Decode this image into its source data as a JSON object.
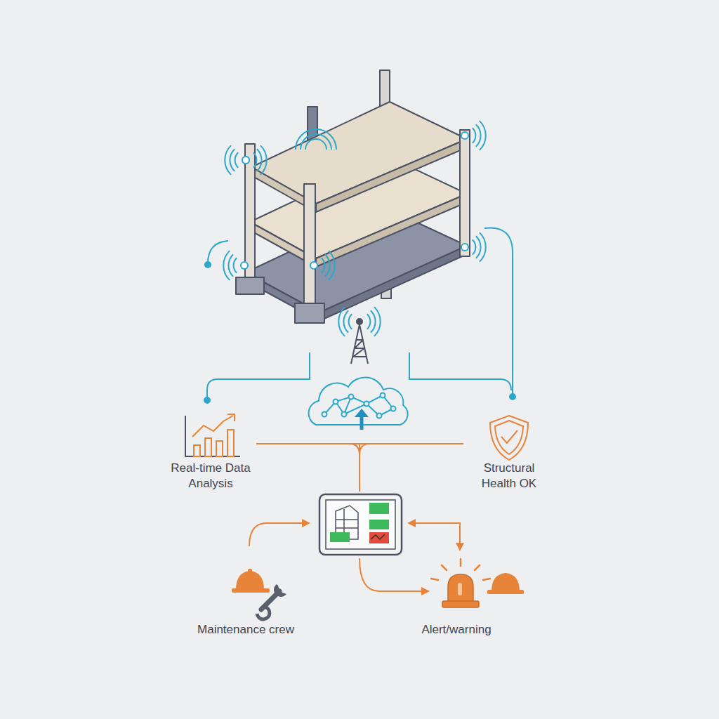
{
  "diagram": {
    "nodes": [
      {
        "text": [
          "Real-time Data Analysis"
        ]
      },
      {
        "text": [
          "Structural Health OK"
        ]
      },
      {
        "text": [
          "Maintenance crew"
        ]
      },
      {
        "text": [
          "Alert/warning"
        ]
      }
    ],
    "edges": [
      {
        "from": 0,
        "to": 1,
        "arrow": "none"
      }
    ]
  }
}
